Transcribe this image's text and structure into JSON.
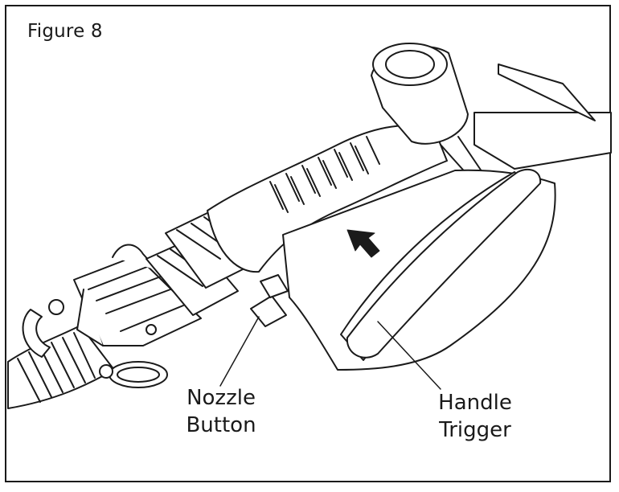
{
  "figure": {
    "title": "Figure 8"
  },
  "callouts": {
    "nozzle_button": {
      "line1": "Nozzle",
      "line2": "Button"
    },
    "handle_trigger": {
      "line1": "Handle",
      "line2": "Trigger"
    }
  },
  "colors": {
    "ink": "#1a1a1a",
    "paper": "#ffffff"
  }
}
